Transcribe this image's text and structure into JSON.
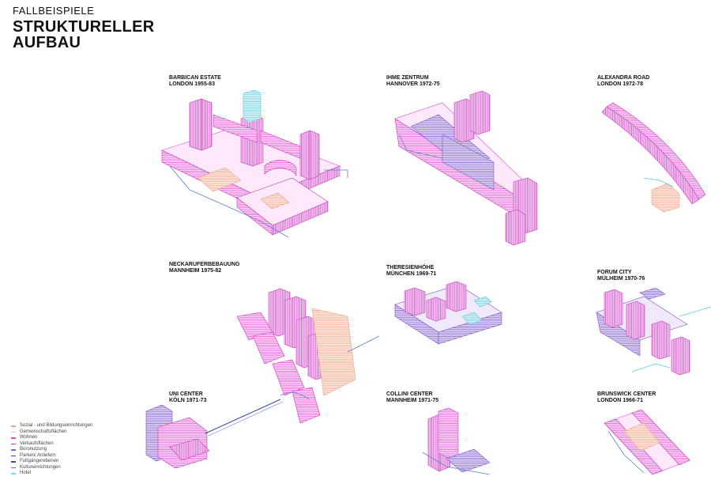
{
  "header": {
    "kicker": "FALLBEISPIELE",
    "title_line1": "STRUKTURELLER",
    "title_line2": "AUFBAU"
  },
  "cases": [
    {
      "name": "BARBICAN ESTATE",
      "place": "LONDON 1955-83"
    },
    {
      "name": "IHME ZENTRUM",
      "place": "HANNOVER 1972-75"
    },
    {
      "name": "ALEXANDRA ROAD",
      "place": "LONDON 1972-78"
    },
    {
      "name": "NECKARUFERBEBAUUNG",
      "place": "MANNHEIM 1975-82"
    },
    {
      "name": "THERESIENHÖHE",
      "place": "MÜNCHEN 1969-71"
    },
    {
      "name": "FORUM CITY",
      "place": "MÜLHEIM 1970-76"
    },
    {
      "name": "UNI CENTER",
      "place": "KÖLN 1971-73"
    },
    {
      "name": "COLLINI CENTER",
      "place": "MANNHEIM 1971-75"
    },
    {
      "name": "BRUNSWICK CENTER",
      "place": "LONDON 1966-71"
    }
  ],
  "legend": [
    {
      "label": "Sozial - und Bildungseinrichtungen",
      "color": "#f4a582"
    },
    {
      "label": "Gemeinschaftsflächen",
      "color": "#f7c6b6"
    },
    {
      "label": "Wohnen",
      "color": "#e64ad9"
    },
    {
      "label": "Verkaufsflächen",
      "color": "#b04ac8"
    },
    {
      "label": "Büronutzung",
      "color": "#8a5bd6"
    },
    {
      "label": "Parken/ Anliefern",
      "color": "#4a3b8f"
    },
    {
      "label": "Fußgängerebenen",
      "color": "#3c4ea8"
    },
    {
      "label": "Kultureinrichtungen",
      "color": "#5a7fd0"
    },
    {
      "label": "Hotel",
      "color": "#7fd6e8"
    }
  ]
}
